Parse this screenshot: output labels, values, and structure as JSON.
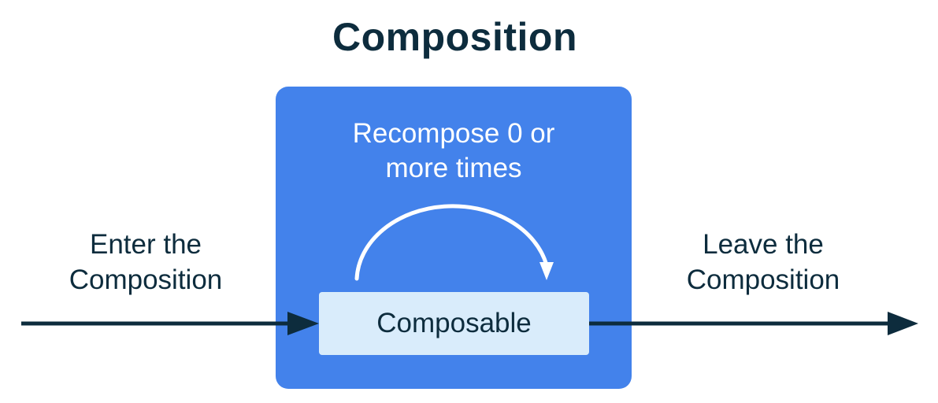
{
  "title": "Composition",
  "composition": {
    "recompose_label": "Recompose 0 or\nmore times",
    "composable_label": "Composable"
  },
  "enter_label": "Enter the\nComposition",
  "leave_label": "Leave the\nComposition",
  "colors": {
    "title_text": "#0d2c3d",
    "composition_box": "#4382eb",
    "composable_box": "#d9ecfb",
    "arrow": "#0d2c3d",
    "loop_arrow": "#ffffff"
  }
}
